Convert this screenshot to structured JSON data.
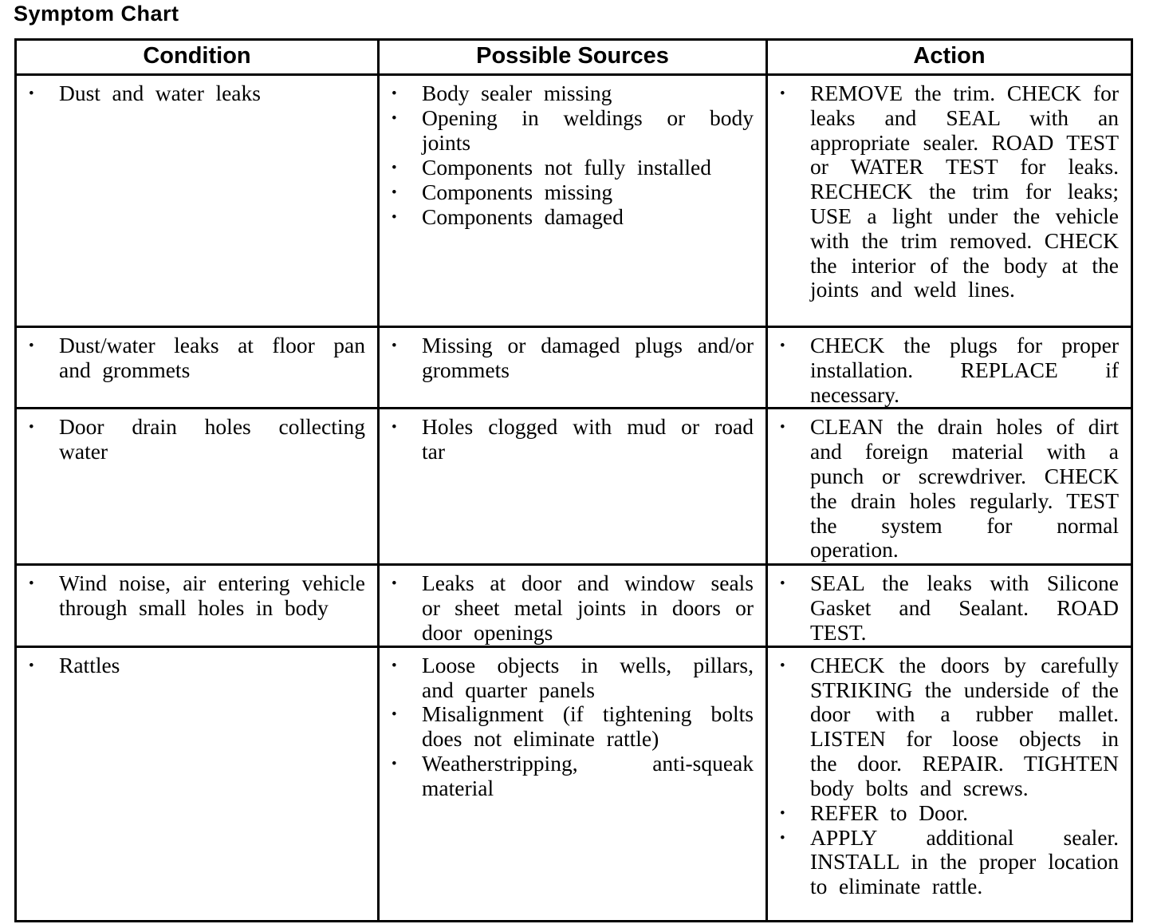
{
  "page": {
    "title": "Symptom Chart"
  },
  "glyphs": {
    "bullet": "•"
  },
  "colors": {
    "text": "#000000",
    "background": "#ffffff",
    "border": "#000000"
  },
  "table": {
    "headers": [
      "Condition",
      "Possible Sources",
      "Action"
    ],
    "rows": [
      {
        "condition": [
          "Dust and water leaks"
        ],
        "sources": [
          "Body sealer missing",
          "Opening in weldings or body joints",
          "Components not fully installed",
          "Components missing",
          "Components damaged"
        ],
        "action": [
          "REMOVE the trim. CHECK for leaks and SEAL with an appropriate sealer. ROAD TEST or WATER TEST for leaks. RECHECK the trim for leaks; USE a light under the vehicle with the trim removed. CHECK the interior of the body at the joints and weld  lines."
        ]
      },
      {
        "condition": [
          "Dust/water leaks at floor pan and grommets"
        ],
        "sources": [
          "Missing or damaged plugs and/or grommets"
        ],
        "action": [
          "CHECK the plugs for proper installation. REPLACE if necessary."
        ]
      },
      {
        "condition": [
          "Door drain holes collecting water"
        ],
        "sources": [
          "Holes clogged with mud or road tar"
        ],
        "action": [
          "CLEAN the drain holes of dirt and foreign material with a punch or screwdriver. CHECK the drain holes regularly. TEST the system for normal operation."
        ]
      },
      {
        "condition": [
          "Wind noise, air entering vehicle through small holes in body"
        ],
        "sources": [
          "Leaks at door and window seals or sheet metal joints in doors or door openings"
        ],
        "action": [
          "SEAL the leaks with Silicone Gasket and Sealant. ROAD TEST."
        ]
      },
      {
        "condition": [
          "Rattles"
        ],
        "sources": [
          "Loose objects in wells, pillars, and quarter panels",
          "Misalignment (if tightening bolts does not eliminate rattle)",
          "Weatherstripping, anti-squeak material"
        ],
        "action": [
          "CHECK the doors by carefully STRIKING the underside of the door with a rubber mallet. LISTEN for loose objects in the door. REPAIR. TIGHTEN body bolts and screws.",
          "REFER to Door.",
          "APPLY additional sealer. INSTALL in the proper location to eliminate rattle."
        ]
      }
    ]
  }
}
